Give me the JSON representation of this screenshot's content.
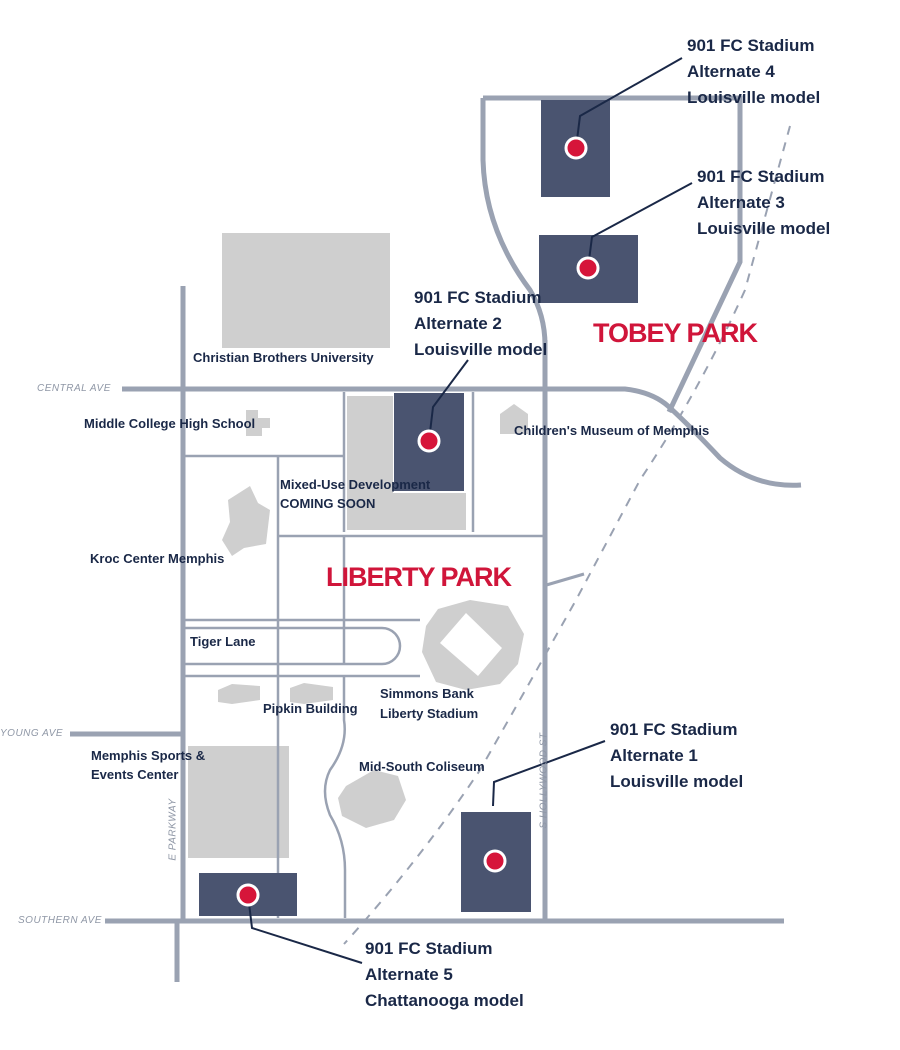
{
  "colors": {
    "road": "#9aa2b2",
    "building": "#cfcfcf",
    "site": "#4a5470",
    "marker": "#d6153a",
    "text": "#1a2847",
    "park_label": "#d0153a"
  },
  "parks": {
    "tobey": "TOBEY PARK",
    "liberty": "LIBERTY PARK"
  },
  "streets": {
    "central": "CENTRAL AVE",
    "young": "YOUNG AVE",
    "southern": "SOUTHERN AVE",
    "e_parkway": "E PARKWAY",
    "hollywood": "S HOLLYWOOD ST"
  },
  "places": {
    "cbu": "Christian Brothers University",
    "middle_college": "Middle College High School",
    "childrens_museum": "Children's Museum of Memphis",
    "mixed_use_1": "Mixed-Use Development",
    "mixed_use_2": "COMING SOON",
    "kroc": "Kroc Center Memphis",
    "tiger_lane": "Tiger Lane",
    "pipkin": "Pipkin Building",
    "simmons_1": "Simmons Bank",
    "simmons_2": "Liberty Stadium",
    "memphis_sports_1": "Memphis Sports &",
    "memphis_sports_2": "Events Center",
    "mid_south": "Mid-South Coliseum"
  },
  "sites": {
    "alt4": {
      "line1": "901 FC Stadium",
      "line2": "Alternate 4",
      "line3": "Louisville model"
    },
    "alt3": {
      "line1": "901 FC Stadium",
      "line2": "Alternate 3",
      "line3": "Louisville model"
    },
    "alt2": {
      "line1": "901 FC Stadium",
      "line2": "Alternate 2",
      "line3": "Louisville model"
    },
    "alt1": {
      "line1": "901 FC Stadium",
      "line2": "Alternate 1",
      "line3": "Louisville model"
    },
    "alt5": {
      "line1": "901 FC Stadium",
      "line2": "Alternate 5",
      "line3": "Chattanooga model"
    }
  }
}
